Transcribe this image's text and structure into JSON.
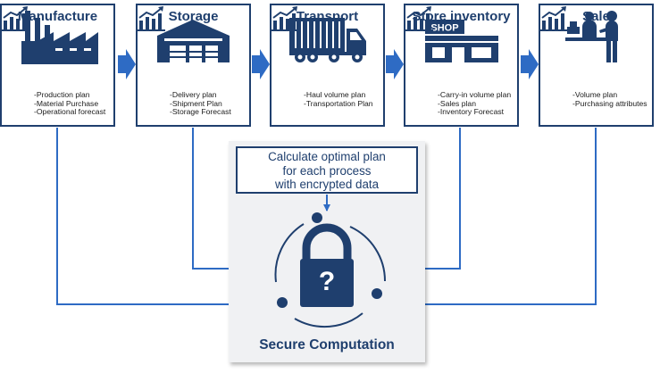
{
  "stages": [
    {
      "id": "manufacture",
      "title": "Manufacture",
      "icon": "factory-icon",
      "items": [
        "-Production plan",
        "-Material Purchase",
        "-Operational forecast"
      ]
    },
    {
      "id": "storage",
      "title": "Storage",
      "icon": "warehouse-icon",
      "items": [
        "-Delivery plan",
        "-Shipment Plan",
        "-Storage Forecast"
      ]
    },
    {
      "id": "transport",
      "title": "Transport",
      "icon": "truck-icon",
      "items": [
        "-Haul volume plan",
        "-Transportation Plan"
      ]
    },
    {
      "id": "store",
      "title": "Store inventory",
      "icon": "shop-icon",
      "shop_sign": "SHOP",
      "items": [
        "-Carry-in volume plan",
        "-Sales plan",
        "-Inventory Forecast"
      ]
    },
    {
      "id": "sale",
      "title": "Sale",
      "icon": "cashier-icon",
      "items": [
        "-Volume plan",
        "-Purchasing attributes"
      ]
    }
  ],
  "calc_box": {
    "lines": [
      "Calculate optimal plan",
      "for each process",
      "with encrypted data"
    ]
  },
  "lock": {
    "symbol": "?"
  },
  "secure_label": "Secure Computation",
  "colors": {
    "navy": "#1f3f6e",
    "arrow_blue": "#2e6bc4",
    "panel": "#f0f1f3"
  }
}
